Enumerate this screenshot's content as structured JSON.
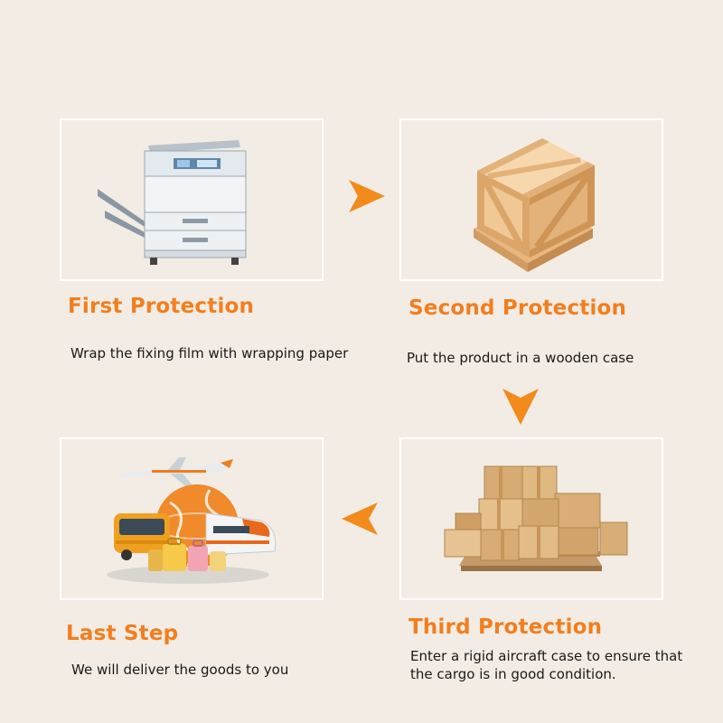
{
  "steps": {
    "first": {
      "title": "First Protection",
      "description": "Wrap the fixing film with wrapping paper",
      "image": "printer-icon"
    },
    "second": {
      "title": "Second Protection",
      "description": "Put the product in a wooden case",
      "image": "wooden-crate-icon"
    },
    "third": {
      "title": "Third Protection",
      "description_line1": "Enter a rigid aircraft case to ensure that",
      "description_line2": "the cargo is in good condition.",
      "image": "cardboard-boxes-pallet-icon"
    },
    "last": {
      "title": "Last Step",
      "description": "We will deliver the goods to you",
      "image": "global-delivery-icon"
    }
  },
  "colors": {
    "background": "#f2ece4",
    "accent": "#f27e1f",
    "panel_border": "#ffffff",
    "text": "#1a1a1a"
  }
}
